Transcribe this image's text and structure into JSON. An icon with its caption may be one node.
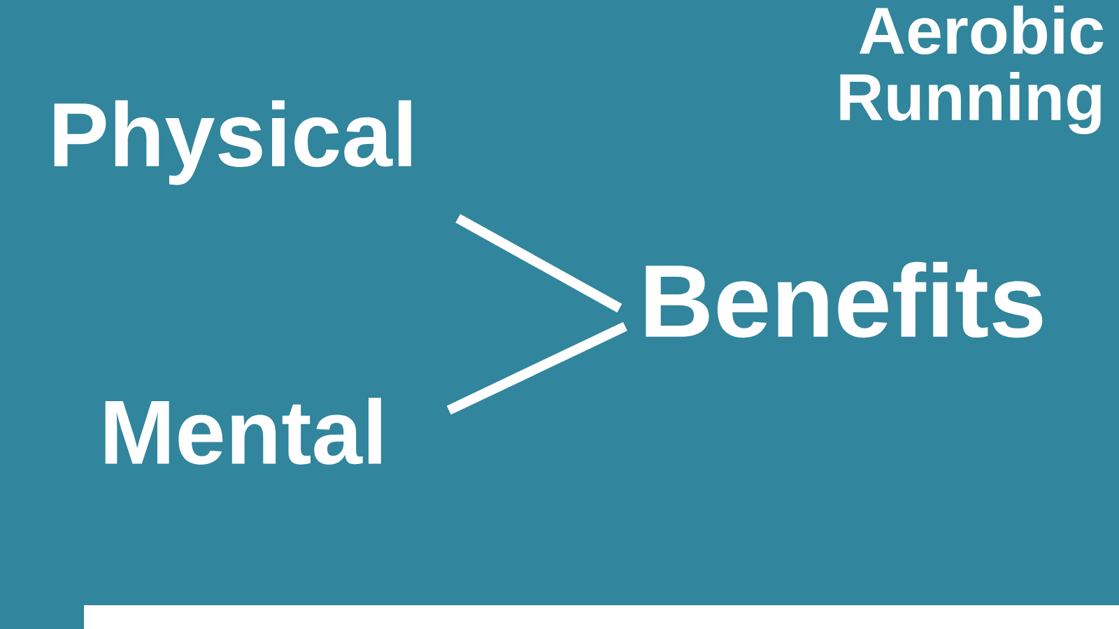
{
  "diagram": {
    "title": "Aerobic Running",
    "nodes": [
      {
        "text": [
          "Physical"
        ]
      },
      {
        "text": [
          "Mental"
        ]
      },
      {
        "text": [
          "Benefits"
        ]
      }
    ],
    "edges": [
      {
        "from": 0,
        "to": 2,
        "arrow": "none"
      },
      {
        "from": 1,
        "to": 2,
        "arrow": "none"
      }
    ]
  }
}
